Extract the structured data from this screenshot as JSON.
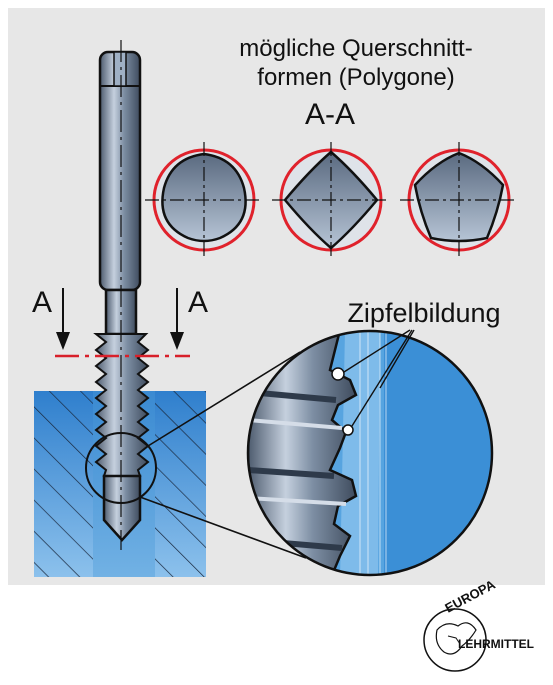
{
  "figure": {
    "title_line1": "mögliche Querschnitt-",
    "title_line2": "formen (Polygone)",
    "section_label": "A-A",
    "cut_label_left": "A",
    "cut_label_right": "A",
    "callout": "Zipfelbildung"
  },
  "logo": {
    "line1": "EUROPA",
    "line2": "LEHRMITTEL"
  },
  "colors": {
    "panel_background": "#e7e7e7",
    "tool_steel": "#8a9aad",
    "workpiece_blue": "#4a9ad8",
    "outline_red": "#e0222c",
    "section_line_red": "#d8202a"
  }
}
